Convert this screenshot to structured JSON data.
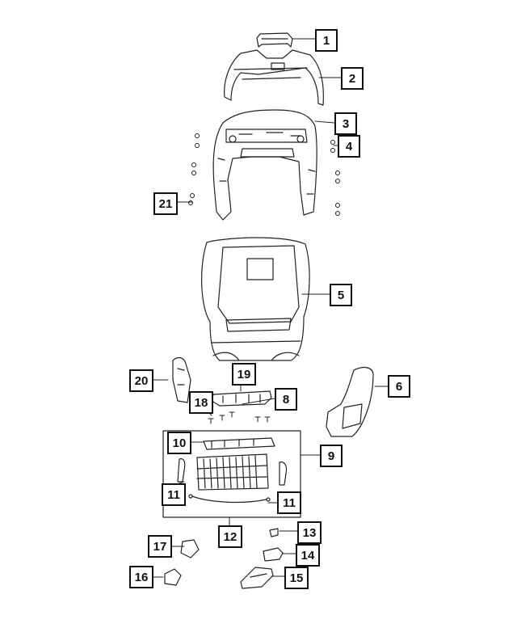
{
  "diagram": {
    "callouts": [
      "1",
      "2",
      "3",
      "4",
      "5",
      "6",
      "8",
      "9",
      "10",
      "11",
      "11",
      "12",
      "13",
      "14",
      "15",
      "16",
      "17",
      "18",
      "19",
      "20",
      "21"
    ]
  }
}
